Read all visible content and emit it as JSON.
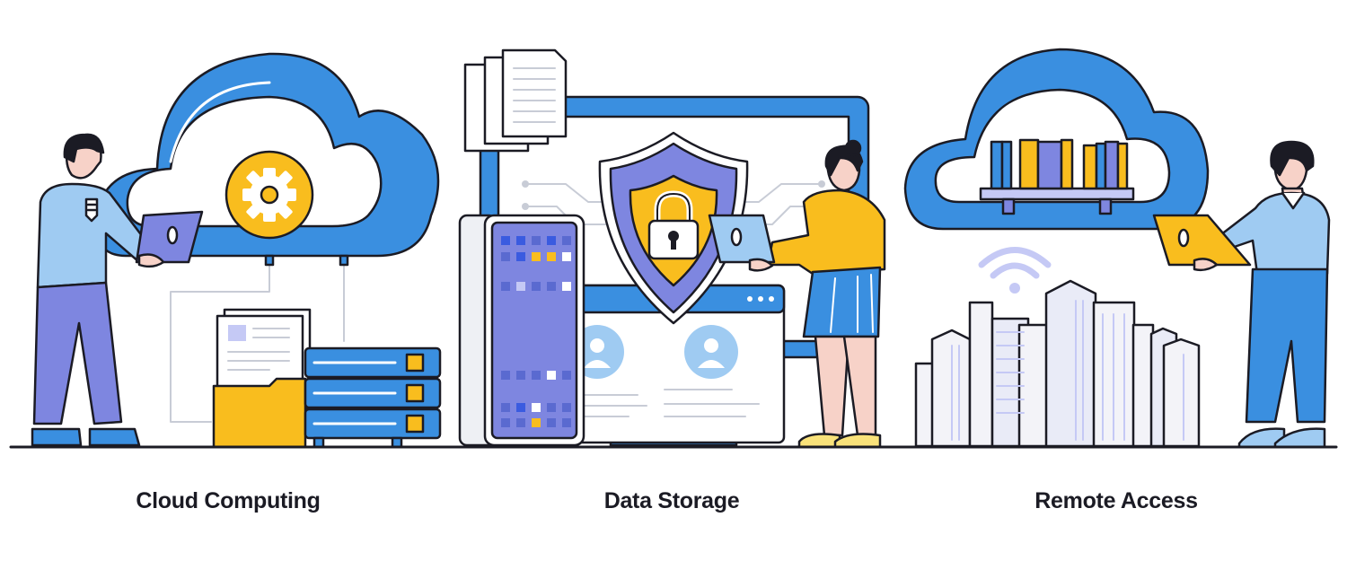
{
  "captions": [
    "Cloud Computing",
    "Data Storage",
    "Remote Access"
  ],
  "colors": {
    "blue": "#3a8fe0",
    "light_blue": "#9fcbf2",
    "lavender": "#7e86e0",
    "yellow": "#f9bd1e",
    "outline": "#1b1b24",
    "skin": "#f7d2c8"
  },
  "icons": [
    "gear-icon",
    "lock-icon",
    "wifi-icon",
    "user-icon",
    "document-icon",
    "folder-icon",
    "shield-icon",
    "cloud-icon"
  ]
}
